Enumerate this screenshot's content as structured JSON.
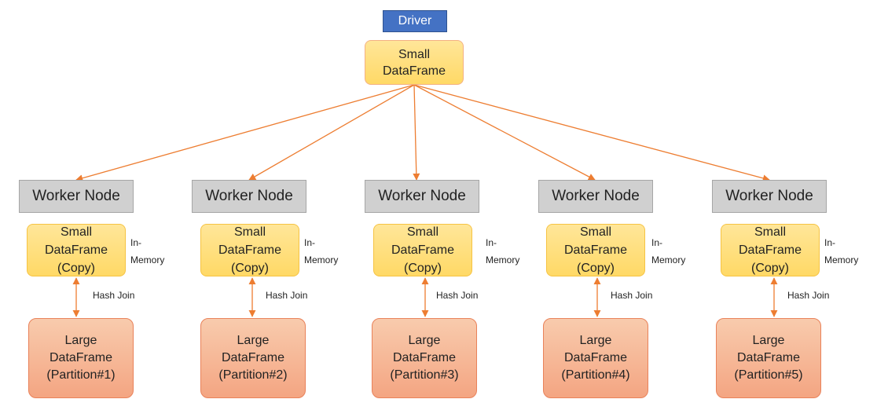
{
  "driver": {
    "label": "Driver"
  },
  "root": {
    "line1": "Small",
    "line2": "DataFrame"
  },
  "colors": {
    "arrow": "#ed7d31",
    "driver": "#4472c4",
    "worker": "#d0d0d0",
    "small": "#ffd966",
    "large": "#f4a582"
  },
  "nodes": [
    {
      "worker": "Worker Node",
      "small": [
        "Small",
        "DataFrame",
        "(Copy)"
      ],
      "mem": [
        "In-",
        "Memory"
      ],
      "join": "Hash Join",
      "large": [
        "Large",
        "DataFrame",
        "(Partition#1)"
      ]
    },
    {
      "worker": "Worker Node",
      "small": [
        "Small",
        "DataFrame",
        "(Copy)"
      ],
      "mem": [
        "In-",
        "Memory"
      ],
      "join": "Hash Join",
      "large": [
        "Large",
        "DataFrame",
        "(Partition#2)"
      ]
    },
    {
      "worker": "Worker Node",
      "small": [
        "Small",
        "DataFrame",
        "(Copy)"
      ],
      "mem": [
        "In-",
        "Memory"
      ],
      "join": "Hash Join",
      "large": [
        "Large",
        "DataFrame",
        "(Partition#3)"
      ]
    },
    {
      "worker": "Worker Node",
      "small": [
        "Small",
        "DataFrame",
        "(Copy)"
      ],
      "mem": [
        "In-",
        "Memory"
      ],
      "join": "Hash Join",
      "large": [
        "Large",
        "DataFrame",
        "(Partition#4)"
      ]
    },
    {
      "worker": "Worker Node",
      "small": [
        "Small",
        "DataFrame",
        "(Copy)"
      ],
      "mem": [
        "In-",
        "Memory"
      ],
      "join": "Hash Join",
      "large": [
        "Large",
        "DataFrame",
        "(Partition#5)"
      ]
    }
  ]
}
